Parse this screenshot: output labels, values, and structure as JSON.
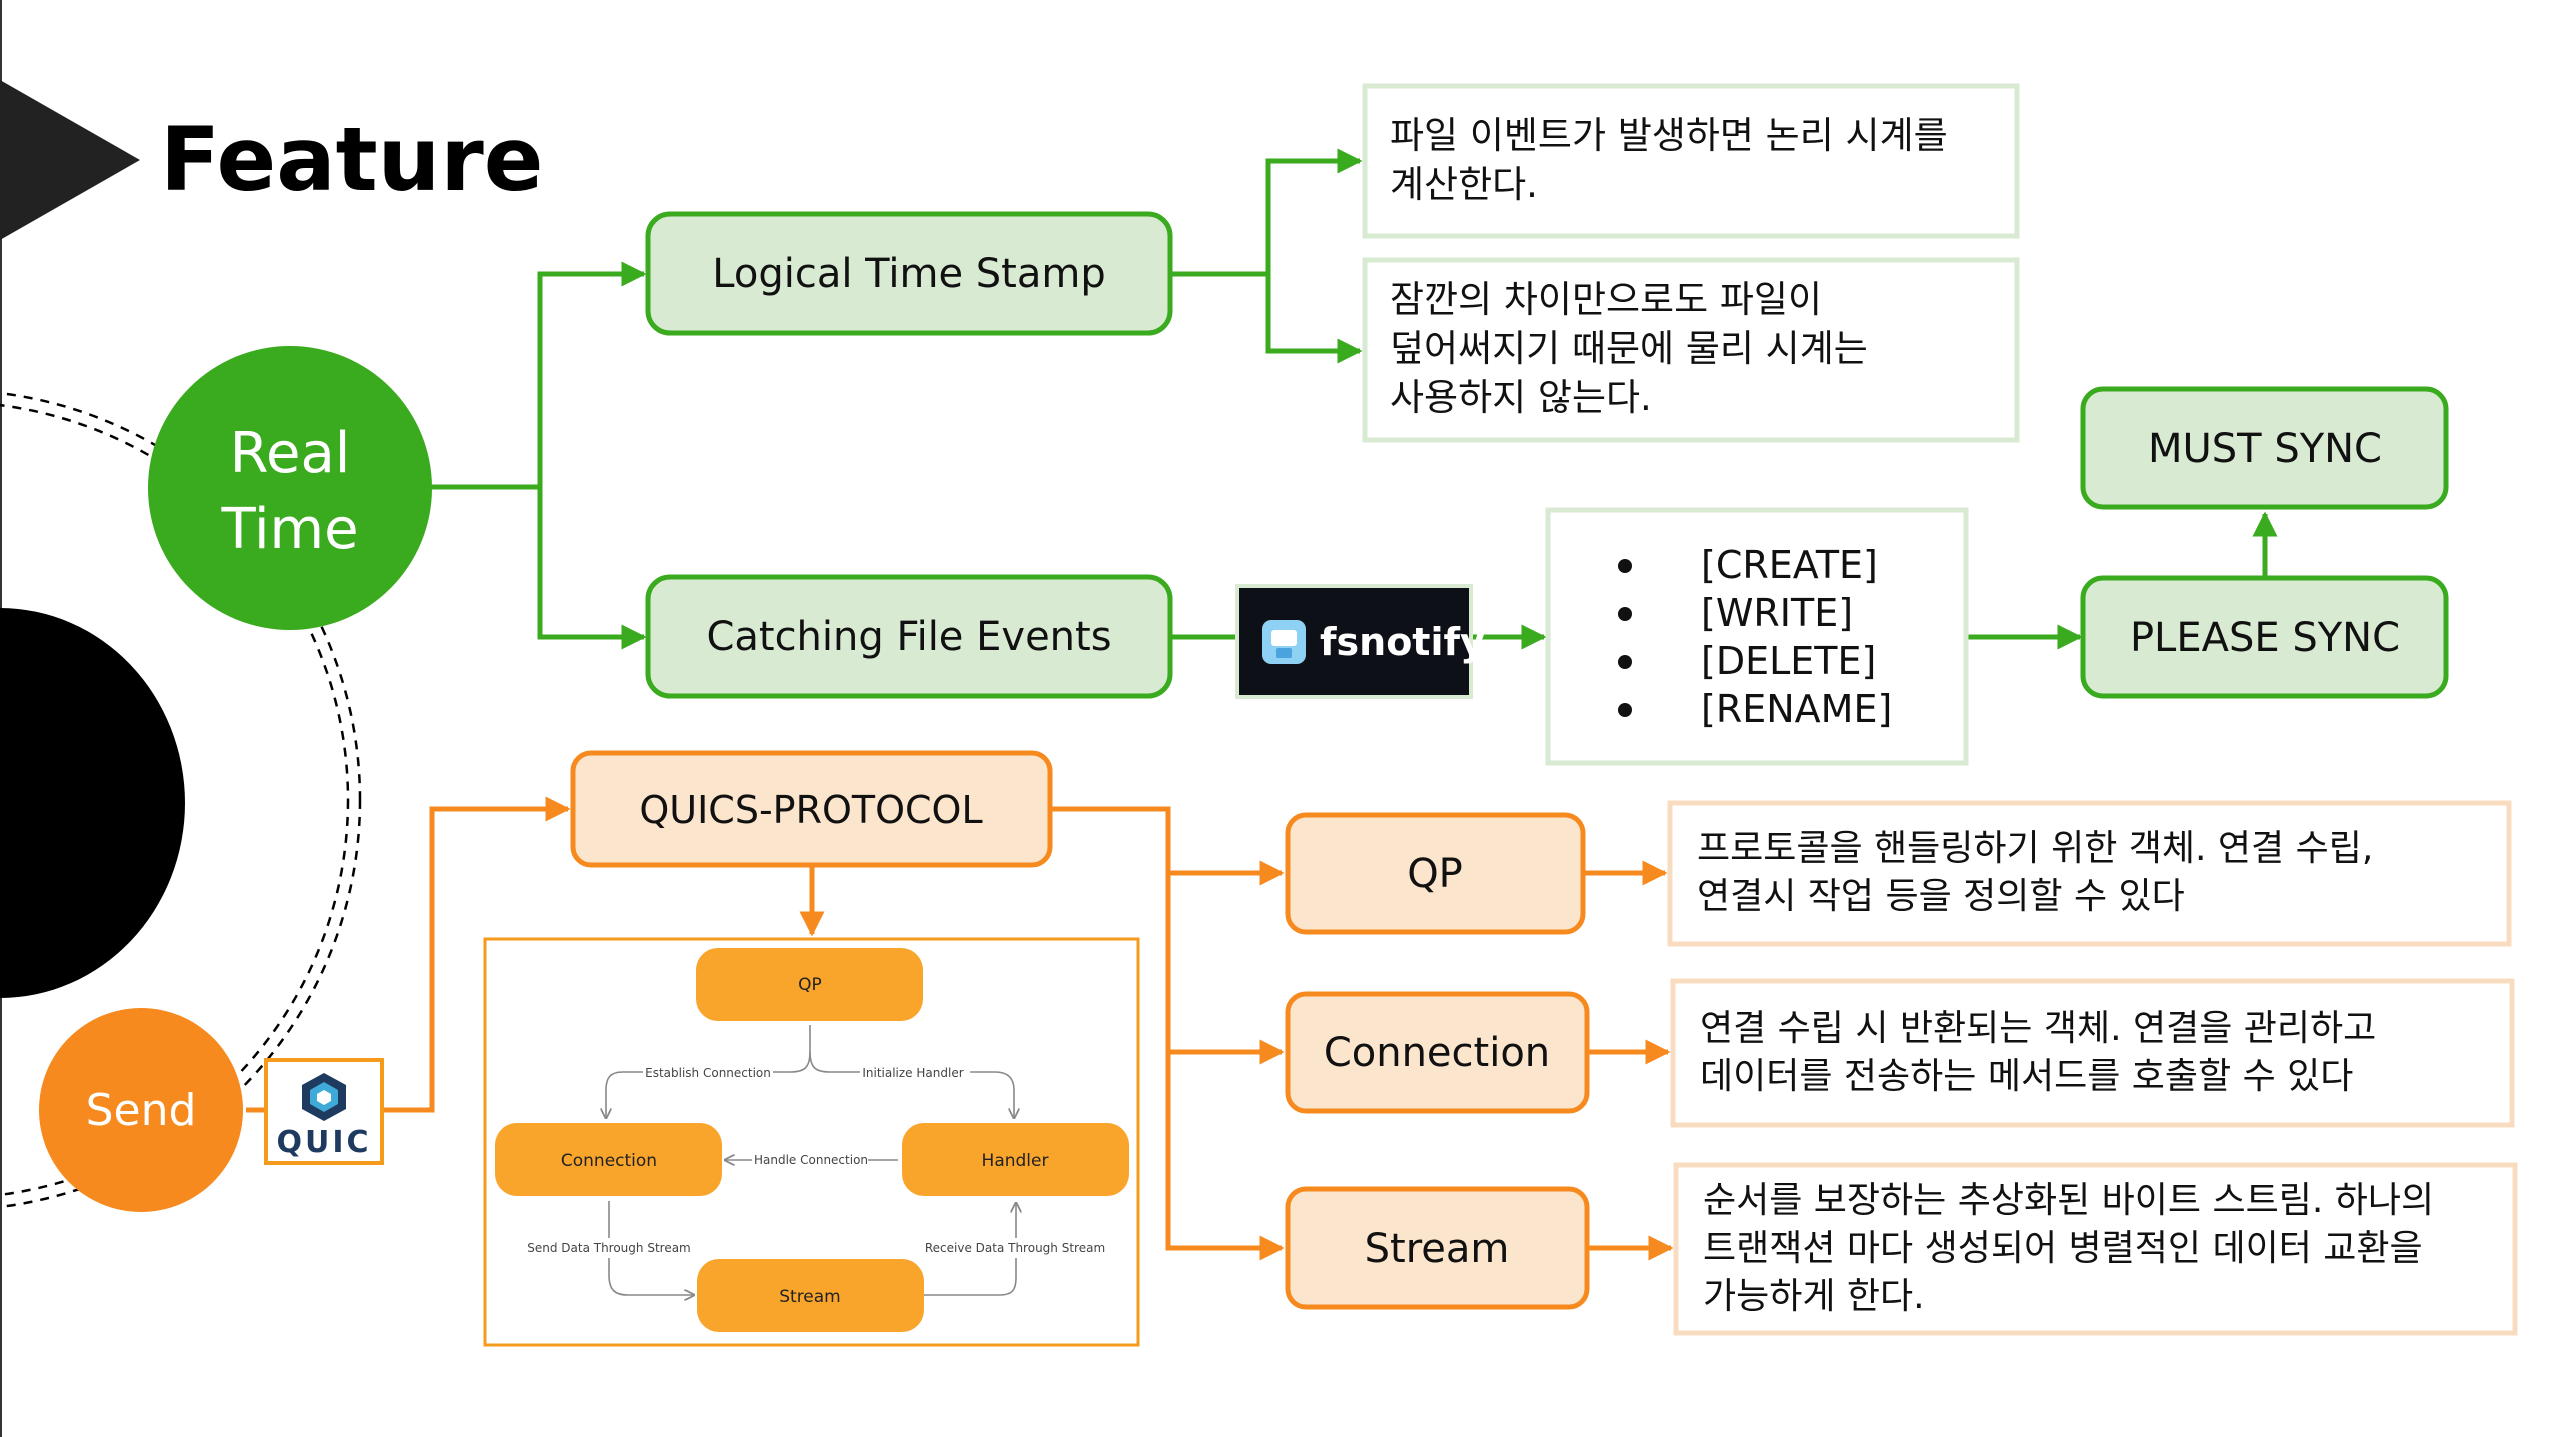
{
  "slide": {
    "title": "Feature"
  },
  "colors": {
    "green": "#3aaa1e",
    "green_fill": "#d9ead3",
    "green_pale_border": "#d9ead3",
    "orange": "#f59a1b",
    "orange_stroke": "#f68a1e",
    "orange_fill": "#fce5cd",
    "orange_pale_border": "#f9dcc0",
    "dark": "#000000",
    "fsnotify_bg": "#0d1117"
  },
  "nodes": {
    "real_time": "Real Time",
    "send": "Send",
    "logical_time_stamp": "Logical Time Stamp",
    "catching_file_events": "Catching File Events",
    "must_sync": "MUST SYNC",
    "please_sync": "PLEASE SYNC",
    "quics_protocol": "QUICS-PROTOCOL",
    "qp": "QP",
    "connection": "Connection",
    "stream": "Stream"
  },
  "notes": {
    "logical_1": "파일 이벤트가 발생하면 논리 시계를 계산한다.",
    "logical_2": "잠깐의 차이만으로도 파일이 덮어써지기 때문에 물리 시계는 사용하지 않는다.",
    "qp": "프로토콜을 핸들링하기 위한 객체. 연결 수립, 연결시 작업 등을 정의할 수 있다",
    "connection": "연결 수립 시 반환되는 객체. 연결을 관리하고 데이터를 전송하는 메서드를 호출할 수 있다",
    "stream": "순서를 보장하는 추상화된 바이트 스트림. 하나의 트랜잭션 마다 생성되어 병렬적인 데이터 교환을 가능하게 한다."
  },
  "events": [
    "[CREATE]",
    "[WRITE]",
    "[DELETE]",
    "[RENAME]"
  ],
  "logos": {
    "fsnotify": "fsnotify",
    "quic": "QUIC",
    "quic_icon": "quic-logo-icon",
    "fsnotify_icon": "fsnotify-logo-icon"
  },
  "mini_diagram": {
    "nodes": {
      "qp": "QP",
      "connection": "Connection",
      "handler": "Handler",
      "stream": "Stream"
    },
    "edges": {
      "establish": "Establish Connection",
      "initialize": "Initialize Handler",
      "handle": "Handle Connection",
      "send": "Send Data Through Stream",
      "receive": "Receive Data Through Stream"
    }
  }
}
